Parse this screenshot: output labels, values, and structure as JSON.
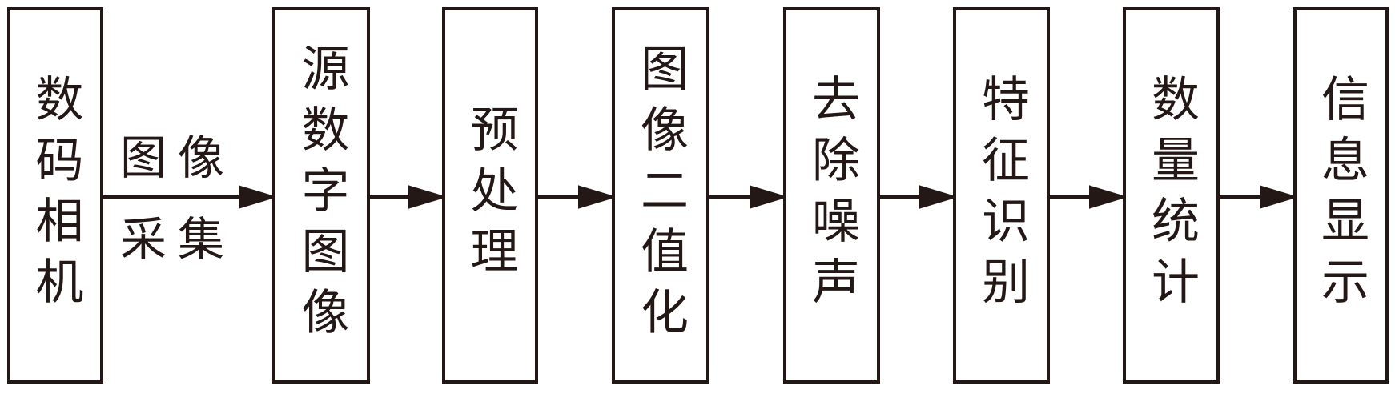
{
  "steps": [
    {
      "label": "数码相机"
    },
    {
      "label": "源数字图像"
    },
    {
      "label": "预处理"
    },
    {
      "label": "图像二值化"
    },
    {
      "label": "去除噪声"
    },
    {
      "label": "特征识别"
    },
    {
      "label": "数量统计"
    },
    {
      "label": "信息显示"
    }
  ],
  "edge_label": {
    "top": "图像",
    "bottom": "采集"
  },
  "colors": {
    "stroke": "#231815",
    "background": "#ffffff"
  }
}
